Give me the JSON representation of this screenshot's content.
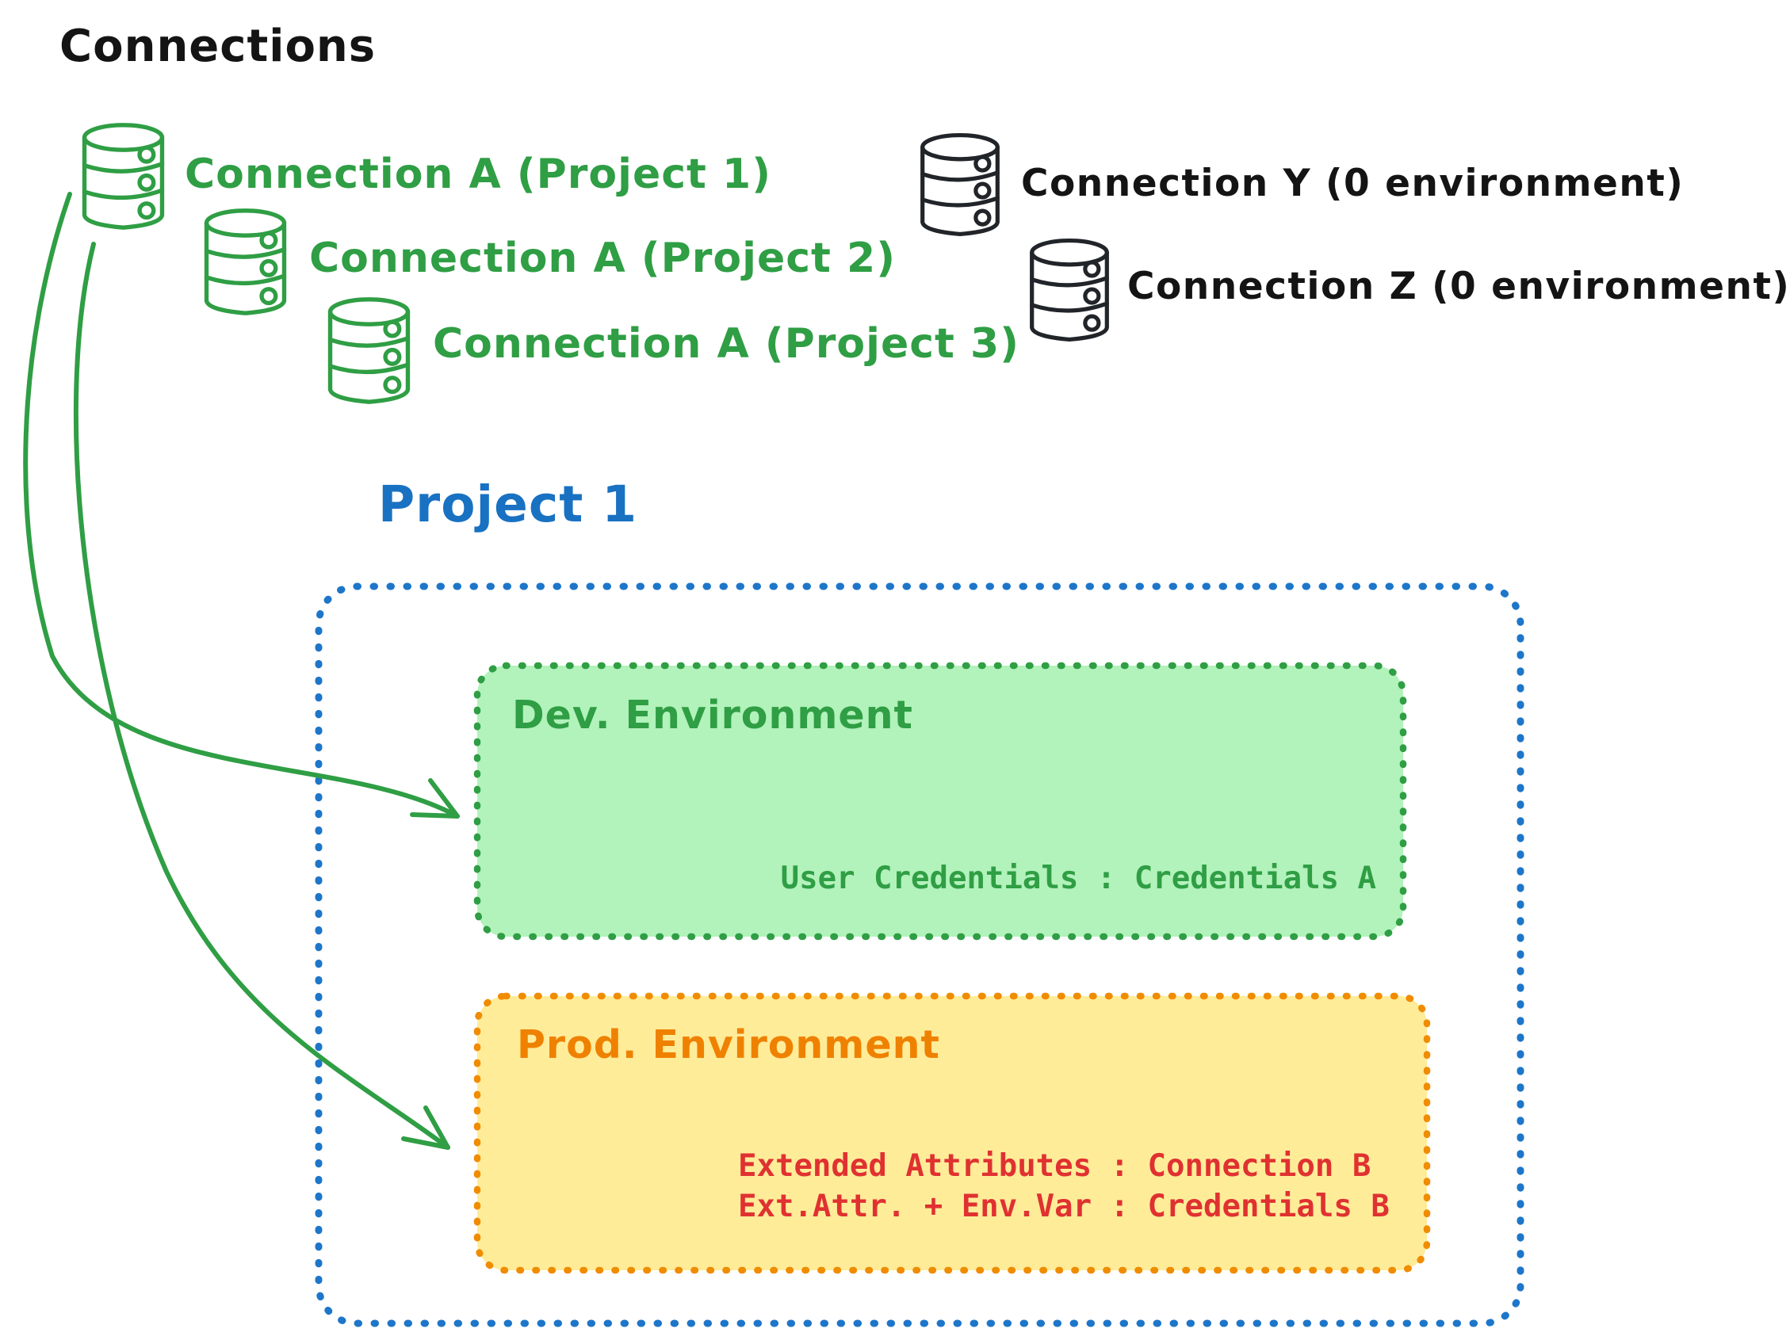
{
  "title": "Connections",
  "colors": {
    "green": "#2f9e44",
    "green_fill": "#b2f2bb",
    "blue": "#1971c2",
    "orange": "#f08c00",
    "orange_text": "#ef8100",
    "yellow_fill": "#ffec99",
    "red": "#e03131",
    "black": "#141414",
    "gray_fill": "#d5dade"
  },
  "connections": {
    "green": [
      {
        "label": "Connection A (Project 1)",
        "icon": "database-icon"
      },
      {
        "label": "Connection A (Project 2)",
        "icon": "database-icon"
      },
      {
        "label": "Connection A (Project 3)",
        "icon": "database-icon"
      }
    ],
    "gray": [
      {
        "label": "Connection Y (0 environment)",
        "icon": "database-icon"
      },
      {
        "label": "Connection Z (0 environment)",
        "icon": "database-icon"
      }
    ]
  },
  "project": {
    "title": "Project 1",
    "dev_environment": {
      "title": "Dev. Environment",
      "credentials_line": "User Credentials : Credentials A"
    },
    "prod_environment": {
      "title": "Prod. Environment",
      "lines": [
        "Extended Attributes : Connection B",
        "Ext.Attr. + Env.Var : Credentials B"
      ]
    }
  }
}
